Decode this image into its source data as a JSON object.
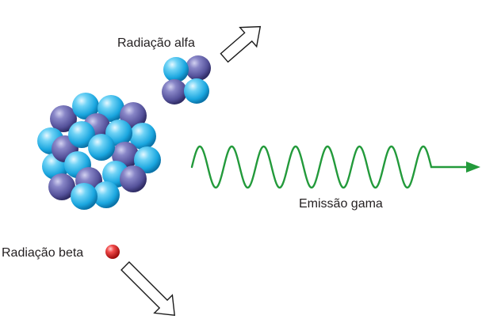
{
  "labels": {
    "alpha": "Radiação alfa",
    "gamma": "Emissão gama",
    "beta": "Radiação beta"
  },
  "colors": {
    "proton": "#29b6e8",
    "neutron": "#5d5aa3",
    "beta_particle": "#e11d1d",
    "gamma_wave": "#239a3b",
    "arrow_outline": "#1a1a1a"
  }
}
